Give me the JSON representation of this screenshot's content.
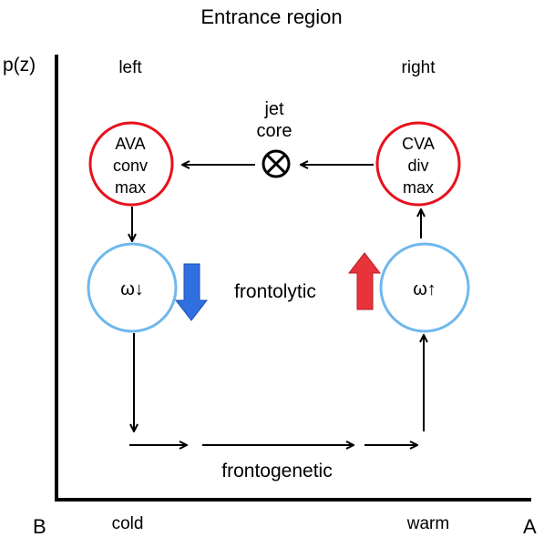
{
  "title": "Entrance region",
  "y_axis_label": "p(z)",
  "corner_left": "B",
  "corner_right": "A",
  "side_left": "left",
  "side_right": "right",
  "jet_core": {
    "line1": "jet",
    "line2": "core"
  },
  "circle_left_top": {
    "line1": "AVA",
    "line2": "conv",
    "line3": "max"
  },
  "circle_right_top": {
    "line1": "CVA",
    "line2": "div",
    "line3": "max"
  },
  "circle_left_bottom": {
    "label": "ω↓"
  },
  "circle_right_bottom": {
    "label": "ω↑"
  },
  "frontolytic": "frontolytic",
  "frontogenetic": "frontogenetic",
  "x_axis_cold": "cold",
  "x_axis_warm": "warm",
  "colors": {
    "red_circle": "#e8111c",
    "blue_circle": "#6fb8ec",
    "down_arrow": "#2f6fe0",
    "up_arrow": "#e8333a",
    "line": "#000000"
  }
}
